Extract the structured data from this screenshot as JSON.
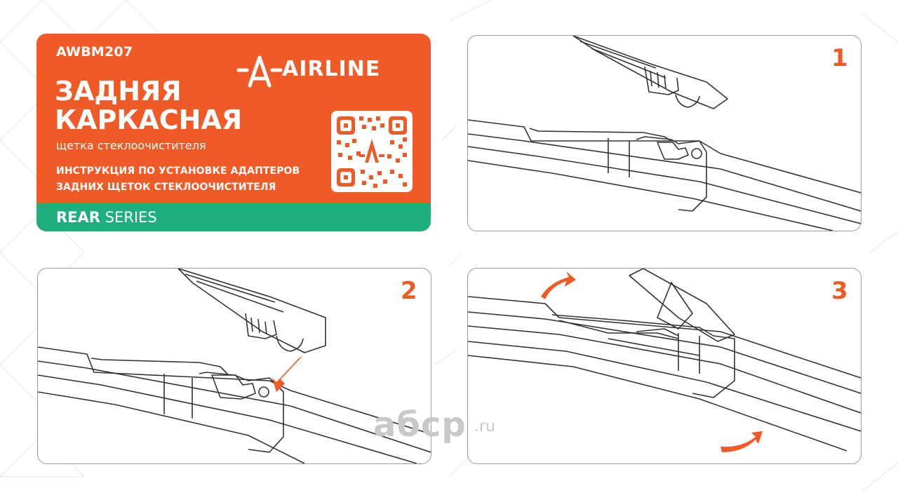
{
  "card": {
    "sku": "AWBM207",
    "brand": "AIRLINE",
    "title_line1": "ЗАДНЯЯ",
    "title_line2": "КАРКАСНАЯ",
    "subtitle": "щетка стеклоочистителя",
    "instruction_line1": "ИНСТРУКЦИЯ ПО УСТАНОВКЕ АДАПТЕРОВ",
    "instruction_line2": "ЗАДНИХ ЩЕТОК СТЕКЛООЧИСТИТЕЛЯ",
    "series_bold": "REAR",
    "series_rest": " SERIES",
    "colors": {
      "accent": "#ef5a26",
      "series": "#1faf7e",
      "step_number": "#ef5a26"
    }
  },
  "steps": [
    {
      "number": "1"
    },
    {
      "number": "2"
    },
    {
      "number": "3"
    }
  ],
  "watermark": {
    "main": "абср",
    "suffix": ".ru"
  },
  "icons": [
    "airline-logo-icon",
    "qr-code-icon",
    "wiper-arm-icon",
    "arrow-icon"
  ]
}
